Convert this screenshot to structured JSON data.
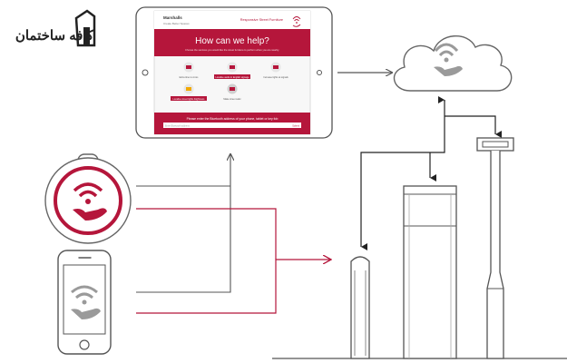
{
  "watermark": {
    "text": "کافه ساختمان",
    "icon": "house-icon"
  },
  "tablet": {
    "brand_name": "Marshalls",
    "brand_tagline": "Create Better Spaces",
    "header_title": "Responsive Street Furniture",
    "heading": "How can we help?",
    "intro": "Choose the services you would like the street furniture to perform when you are nearby.",
    "options": [
      {
        "label": "Extra time to cross",
        "icon": "bench-icon",
        "selected": false
      },
      {
        "label": "Localise audio in English signage",
        "icon": "language-flag-icon",
        "selected": true
      },
      {
        "label": "Increase lights at signals",
        "icon": "signal-icon",
        "selected": false
      },
      {
        "label": "Localise street lights brightness",
        "icon": "sun-icon",
        "selected": true
      },
      {
        "label": "Make street safer",
        "icon": "pie-icon",
        "selected": false
      }
    ],
    "footer_prompt": "Please enter the Bluetooth address of your phone, tablet or key fob",
    "footer_input_hint": "Enter Bluetooth address",
    "footer_button": "Submit"
  },
  "devices": {
    "key_fob": {
      "icon": "wireless-hand-icon"
    },
    "phone": {
      "icon": "wireless-hand-icon"
    }
  },
  "cloud": {
    "icon": "wireless-hand-icon"
  },
  "colors": {
    "accent": "#b5163b",
    "line_gray": "#555555",
    "icon_gray": "#9a9a9a",
    "outline": "#666666"
  }
}
